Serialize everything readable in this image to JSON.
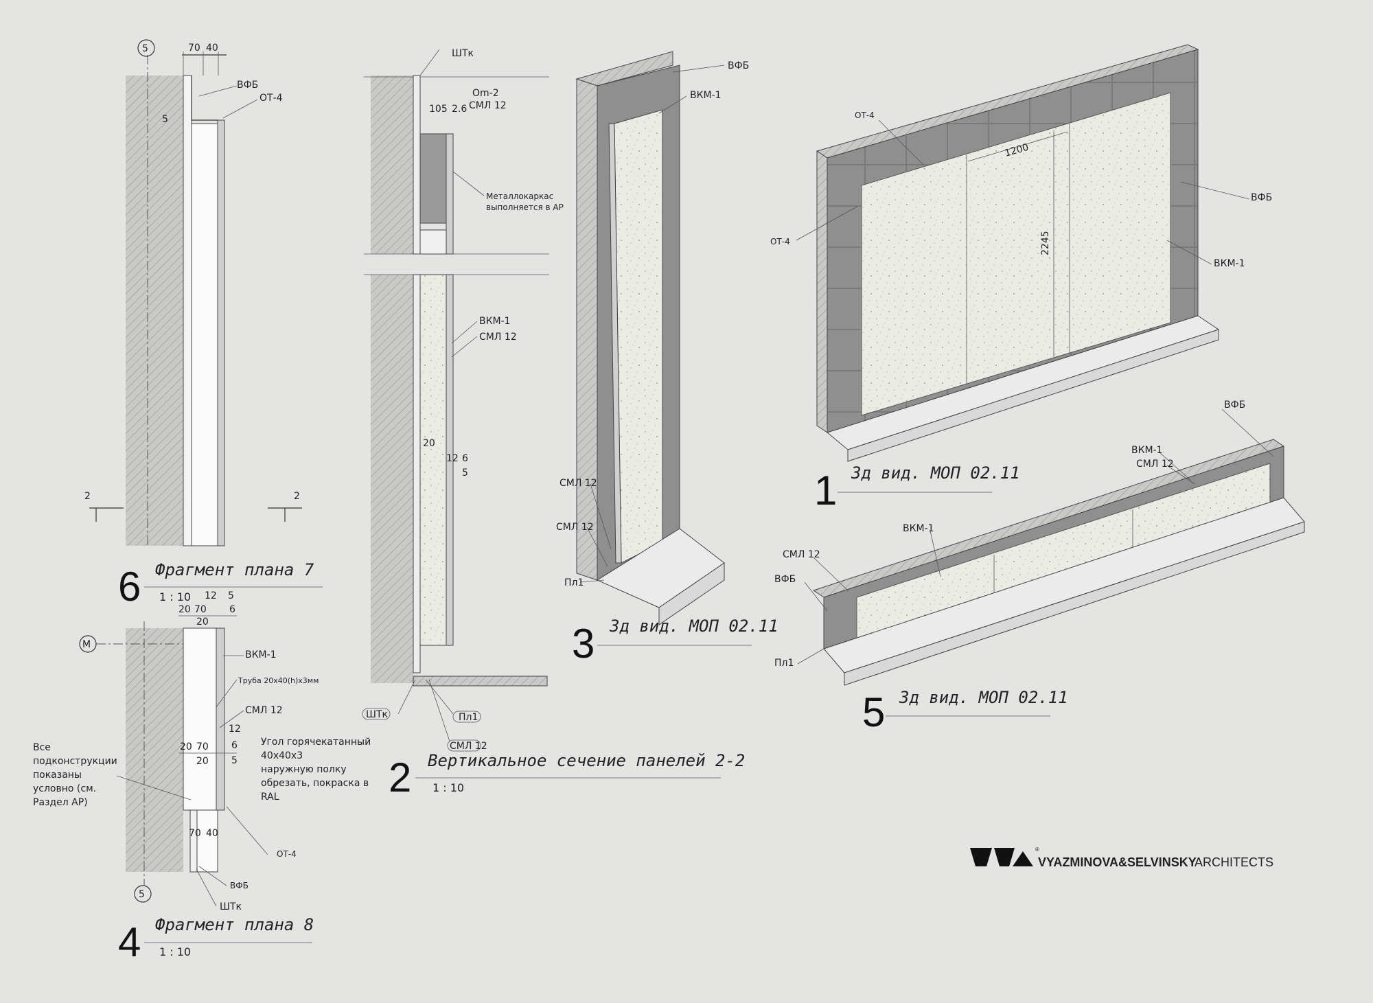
{
  "views": {
    "v6": {
      "number": "6",
      "title": "Фрагмент плана 7",
      "scale": "1 : 10",
      "axis": "5",
      "dims": [
        "70",
        "40"
      ],
      "labels": [
        "ВФБ",
        "ОТ-4",
        "5"
      ],
      "section": "2"
    },
    "v4": {
      "number": "4",
      "title": "Фрагмент плана 8",
      "scale": "1 : 10",
      "axis_top": "М",
      "axis_bottom": "5",
      "dims_top": [
        "20",
        "70",
        "12",
        "5",
        "20",
        "6"
      ],
      "dims_mid": [
        "20",
        "70",
        "20",
        "12",
        "6",
        "5"
      ],
      "dims_bottom": [
        "70",
        "40"
      ],
      "labels": [
        "ВКМ-1",
        "Труба 20х40(h)х3мм",
        "СМЛ 12",
        "ОТ-4",
        "ВФБ",
        "ШТк"
      ],
      "note_left": [
        "Все",
        "подконструкции",
        "показаны",
        "условно (см.",
        "Раздел АР)"
      ],
      "note_right": [
        "Угол горячекатанный",
        "40х40х3",
        "наружную полку",
        "обрезать, покраска в",
        "RAL"
      ]
    },
    "v2": {
      "number": "2",
      "title": "Вертикальное сечение панелей 2-2",
      "scale": "1 : 10",
      "labels": [
        "ШТк",
        "Om-2",
        "СМЛ 12",
        "ВКМ-1",
        "СМЛ 12",
        "ШТк",
        "Пл1",
        "СМЛ 12"
      ],
      "note": [
        "Металлокаркас",
        "выполняется в АР"
      ],
      "dims": [
        "105",
        "2.6",
        "20",
        "12",
        "6",
        "5"
      ]
    },
    "v3": {
      "number": "3",
      "title": "3д вид. МОП 02.11",
      "labels": [
        "ВФБ",
        "ВКМ-1",
        "СМЛ 12",
        "СМЛ 12",
        "Пл1"
      ]
    },
    "v1": {
      "number": "1",
      "title": "3д вид. МОП 02.11",
      "labels": [
        "ОТ-4",
        "ОТ-4",
        "ВФБ",
        "ВКМ-1"
      ],
      "dims": [
        "1200",
        "2245"
      ]
    },
    "v5": {
      "number": "5",
      "title": "3д вид. МОП 02.11",
      "labels": [
        "ВФБ",
        "ВКМ-1",
        "СМЛ 12",
        "ВКМ-1",
        "СМЛ 12",
        "ВФБ",
        "Пл1"
      ]
    }
  },
  "logo": {
    "bold": "VYAZMINOVA&SELVINSKY",
    "light": "ARCHITECTS",
    "reg": "®"
  },
  "colors": {
    "background": "#e4e4e3",
    "wall": "#bdbdbd",
    "dark_tile": "#8e8e8e",
    "panel": "#e8e8e4"
  }
}
